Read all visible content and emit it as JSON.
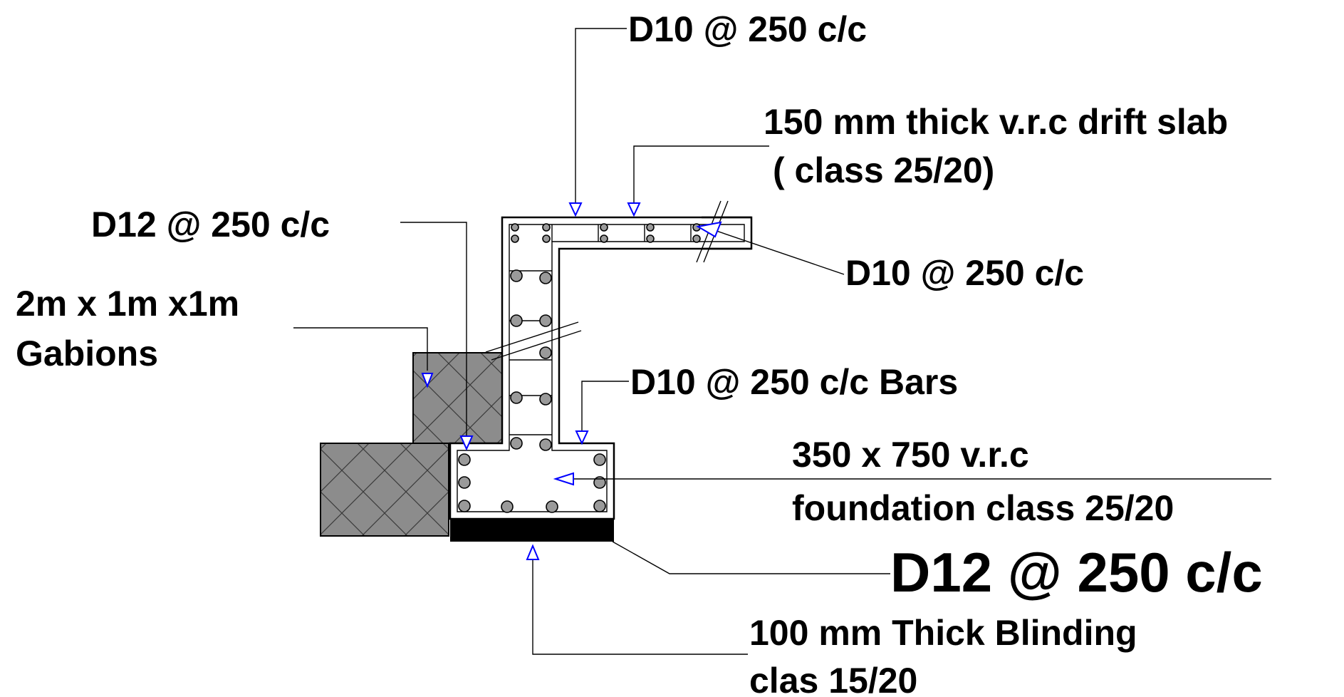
{
  "labels": {
    "top_bar": "D10 @ 250 c/c",
    "slab_line1": "150 mm thick v.r.c drift slab",
    "slab_line2": "( class 25/20)",
    "wall_bar_left": "D12 @ 250 c/c",
    "gabion_line1": "2m x 1m x1m",
    "gabion_line2": "Gabions",
    "slab_bar_right": "D10 @ 250 c/c",
    "wall_bars": "D10 @ 250 c/c Bars",
    "foundation_line1": "350 x 750 v.r.c",
    "foundation_line2": "foundation class 25/20",
    "bottom_bar": "D12 @ 250 c/c",
    "blinding_line1": "100 mm Thick Blinding",
    "blinding_line2": "clas  15/20"
  },
  "colors": {
    "leader": "#000000",
    "arrow": "#0000ff",
    "gabion_fill": "#8c8c8c",
    "rebar_fill": "#9a9a9a",
    "blinding": "#000000"
  }
}
